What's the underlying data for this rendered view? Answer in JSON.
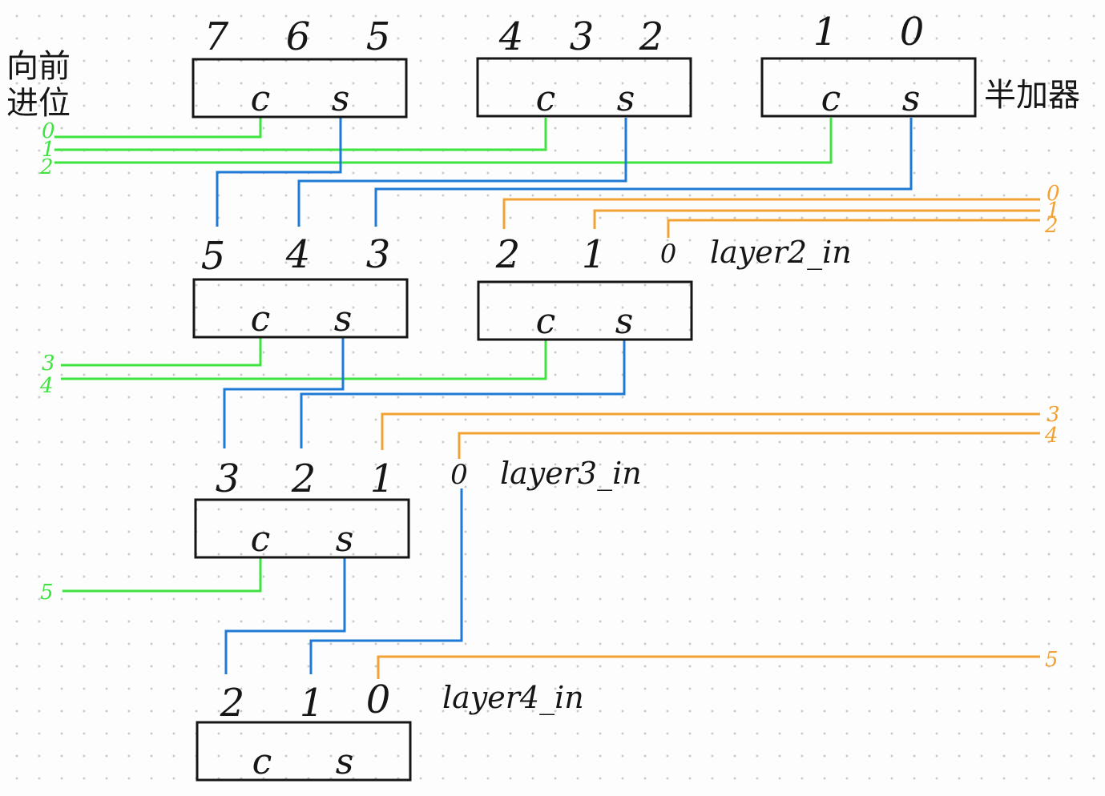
{
  "top": {
    "carry_out_label": "向前进位",
    "carry_out_line1": "向前",
    "carry_out_line2": "进位",
    "half_adder_label": "半加器",
    "groups": [
      {
        "inputs": [
          "7",
          "6",
          "5"
        ],
        "c": "c",
        "s": "s"
      },
      {
        "inputs": [
          "4",
          "3",
          "2"
        ],
        "c": "c",
        "s": "s"
      },
      {
        "inputs": [
          "1",
          "0"
        ],
        "c": "c",
        "s": "s"
      }
    ],
    "carry_indices": [
      "0",
      "1",
      "2"
    ]
  },
  "layer2": {
    "label": "layer2_in",
    "groups": [
      {
        "inputs": [
          "5",
          "4",
          "3"
        ],
        "c": "c",
        "s": "s"
      },
      {
        "inputs": [
          "2",
          "1",
          "0"
        ],
        "c": "c",
        "s": "s"
      }
    ],
    "in_indices": [
      "0",
      "1",
      "2"
    ],
    "carry_indices": [
      "3",
      "4"
    ]
  },
  "layer3": {
    "label": "layer3_in",
    "inputs": [
      "3",
      "2",
      "1",
      "0"
    ],
    "c": "c",
    "s": "s",
    "in_indices": [
      "3",
      "4"
    ],
    "carry_indices": [
      "5"
    ]
  },
  "layer4": {
    "label": "layer4_in",
    "inputs": [
      "2",
      "1",
      "0"
    ],
    "c": "c",
    "s": "s",
    "in_indices": [
      "5"
    ]
  },
  "colors": {
    "carry_wire": "#3fe33f",
    "sum_wire": "#1f7ad6",
    "layer_input_wire": "#f2a234",
    "ink": "#161616",
    "dot_grid": "#c9c9c9"
  }
}
